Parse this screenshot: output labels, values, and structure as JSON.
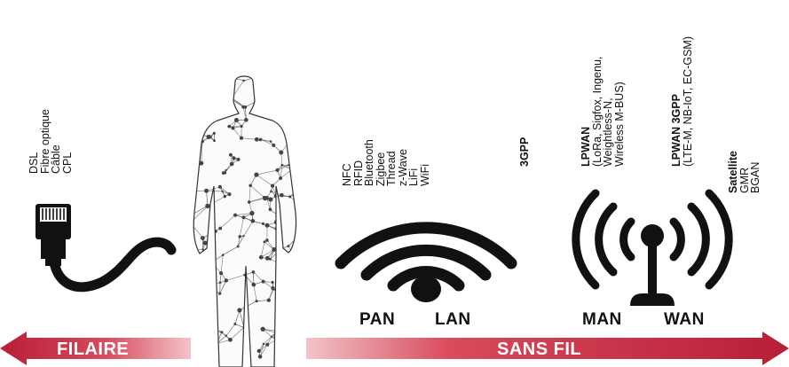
{
  "wired": {
    "items": [
      "DSL",
      "Fibre optique",
      "Câble",
      "CPL"
    ],
    "banner_label": "FILAIRE"
  },
  "wireless": {
    "short_range": [
      "NFC",
      "RFID",
      "Bluetooth",
      "Zigbee",
      "Thread",
      "z-Wave",
      "LiFi",
      "WiFi"
    ],
    "cellular_label": "3GPP",
    "lpwan": {
      "title": "LPWAN",
      "lines": [
        "(LoRa, Sigfox, Ingenu,",
        "Weightless-N,",
        "Wireless M-BUS)"
      ]
    },
    "lpwan_3gpp": {
      "title": "LPWAN 3GPP",
      "lines": [
        "(LTE-M, NB-IoT, EC-GSM)"
      ]
    },
    "satellite": {
      "title": "Satellite",
      "lines": [
        "GMR",
        "BGAN"
      ]
    },
    "network_labels": {
      "pan": "PAN",
      "lan": "LAN",
      "man": "MAN",
      "wan": "WAN"
    },
    "banner_label": "SANS FIL"
  },
  "colors": {
    "banner_dark": "#b81e36",
    "banner_light": "#f3c3c8",
    "ink": "#111111"
  },
  "icons": [
    "ethernet-cable-icon",
    "human-network-figure",
    "wifi-icon",
    "antenna-tower-icon"
  ]
}
